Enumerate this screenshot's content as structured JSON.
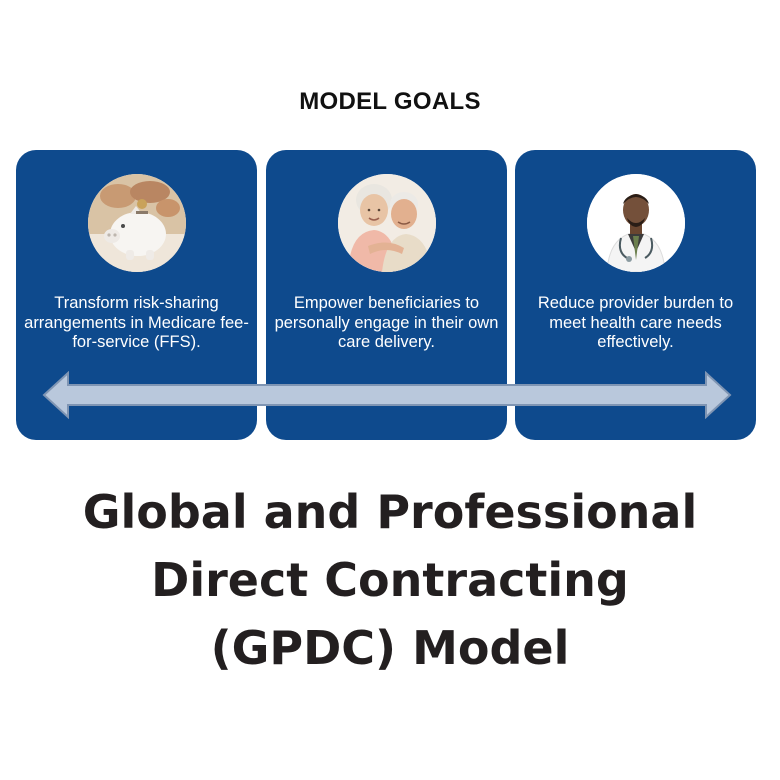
{
  "heading": "MODEL GOALS",
  "goals": [
    {
      "text": "Transform risk-sharing arrangements in Medicare fee-for-service (FFS).",
      "icon": "piggy-bank-photo"
    },
    {
      "text": "Empower beneficiaries to personally engage in their own care delivery.",
      "icon": "elderly-couple-photo"
    },
    {
      "text": "Reduce provider burden to meet health care needs effectively.",
      "icon": "doctor-photo"
    }
  ],
  "title_lines": [
    "Global and Professional",
    "Direct Contracting",
    "(GPDC) Model"
  ],
  "colors": {
    "card": "#0e4a8d",
    "arrow": "#b9c8dc",
    "arrow_stroke": "#7f95b3",
    "title": "#231f20"
  }
}
